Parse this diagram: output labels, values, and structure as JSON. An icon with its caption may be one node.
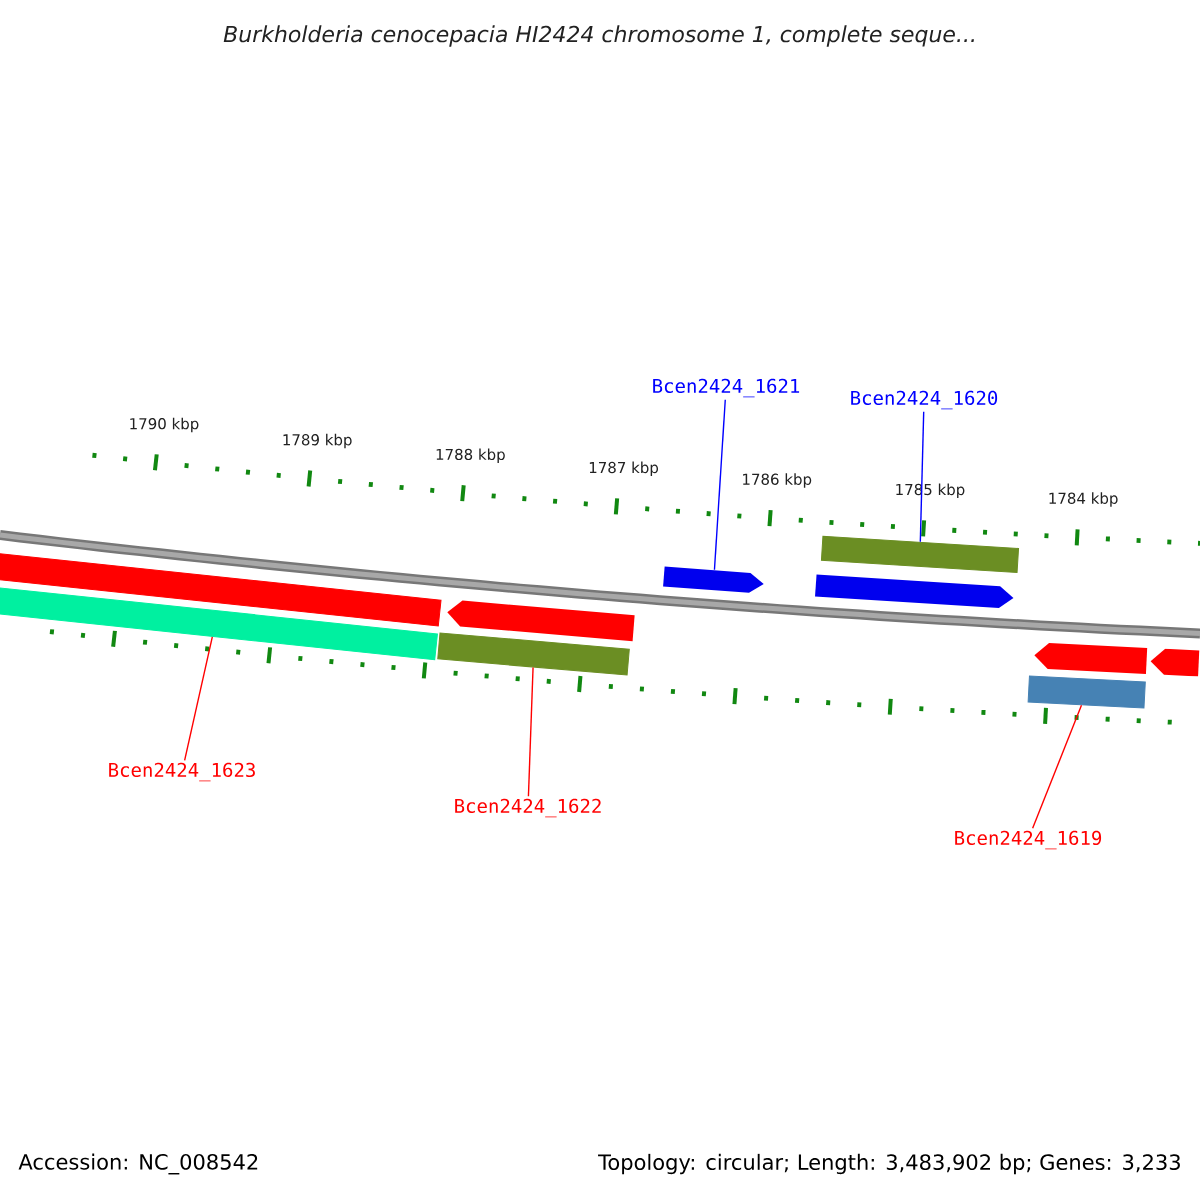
{
  "diagram": {
    "title": "Burkholderia cenocepacia HI2424 chromosome 1, complete seque...",
    "nodes": [
      {
        "text": [
          "Bcen2424_1621"
        ]
      },
      {
        "text": [
          "Bcen2424_1620"
        ]
      },
      {
        "text": [
          "Bcen2424_1623"
        ]
      },
      {
        "text": [
          "Bcen2424_1622"
        ]
      },
      {
        "text": [
          "Bcen2424_1619"
        ]
      },
      {
        "text": [],
        "shape": "bar"
      },
      {
        "text": [],
        "shape": "bar"
      },
      {
        "text": [],
        "shape": "arrow"
      },
      {
        "text": [],
        "shape": "bar"
      },
      {
        "text": [],
        "shape": "bar"
      }
    ],
    "edges": [
      {
        "from": 0,
        "to": 7,
        "arrow": "none",
        "color": "#0000ff"
      },
      {
        "from": 1,
        "to": 8,
        "arrow": "none",
        "color": "#0000ff"
      },
      {
        "from": 2,
        "to": 5,
        "arrow": "none"
      },
      {
        "from": 3,
        "to": 6,
        "arrow": "none"
      },
      {
        "from": 4,
        "to": 9,
        "arrow": "none"
      }
    ],
    "labels": [
      "1790 kbp",
      "1789 kbp",
      "1788 kbp",
      "1787 kbp",
      "1786 kbp",
      "1785 kbp",
      "1784 kbp",
      "Accession: NC_008542",
      "Topology: circular; Length: 3,483,902 bp; Genes: 3,233"
    ]
  }
}
